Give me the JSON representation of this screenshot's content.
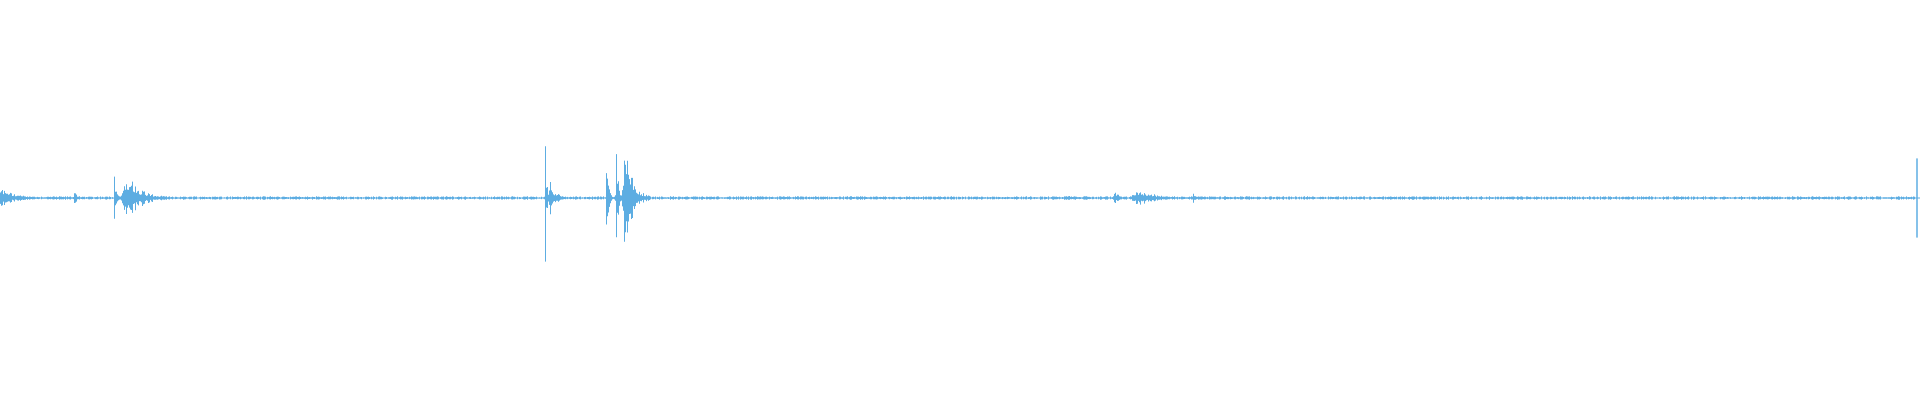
{
  "waveform": {
    "color": "#5DADE2",
    "baseline_amplitude": 0.01,
    "bursts": [
      {
        "t": 0.0,
        "w": 0.025,
        "amp": 0.06
      },
      {
        "t": 0.0385,
        "w": 0.003,
        "amp": 0.08
      },
      {
        "t": 0.0595,
        "w": 0.003,
        "amp": 0.18
      },
      {
        "t": 0.066,
        "w": 0.022,
        "amp": 0.15
      },
      {
        "t": 0.2845,
        "w": 0.002,
        "amp": 0.45
      },
      {
        "t": 0.287,
        "w": 0.008,
        "amp": 0.12
      },
      {
        "t": 0.3165,
        "w": 0.003,
        "amp": 0.28
      },
      {
        "t": 0.3215,
        "w": 0.0025,
        "amp": 0.55
      },
      {
        "t": 0.326,
        "w": 0.013,
        "amp": 0.3
      },
      {
        "t": 0.557,
        "w": 0.03,
        "amp": 0.015
      },
      {
        "t": 0.582,
        "w": 0.007,
        "amp": 0.045
      },
      {
        "t": 0.594,
        "w": 0.03,
        "amp": 0.05
      },
      {
        "t": 0.623,
        "w": 0.004,
        "amp": 0.03
      }
    ],
    "end_marker_amp": 0.22
  }
}
